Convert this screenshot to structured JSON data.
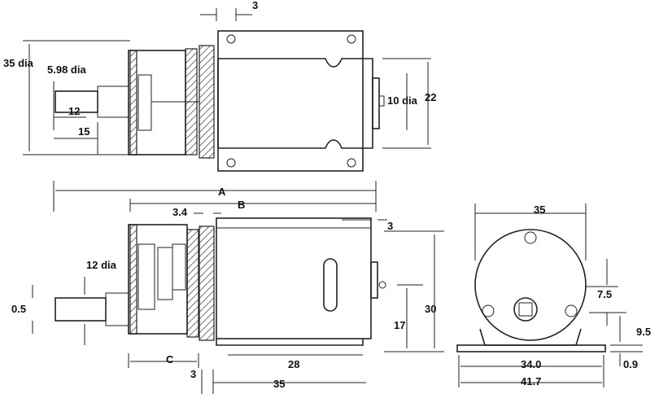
{
  "labels": {
    "top_3": "3",
    "dia_35": "35 dia",
    "dia_598": "5.98 dia",
    "dim_12_top": "12",
    "dim_15": "15",
    "dia_10": "10 dia",
    "dim_22": "22",
    "dim_A": "A",
    "dim_B": "B",
    "dim_34": "3.4",
    "dim_3_right": "3",
    "dia_12": "12 dia",
    "dim_05": "0.5",
    "dim_30": "30",
    "dim_17": "17",
    "dim_C": "C",
    "dim_28": "28",
    "dim_3_bottom": "3",
    "dim_35_bottom": "35",
    "dim_35_end": "35",
    "dim_75": "7.5",
    "dim_95": "9.5",
    "dim_340": "34.0",
    "dim_09": "0.9",
    "dim_417": "41.7"
  }
}
